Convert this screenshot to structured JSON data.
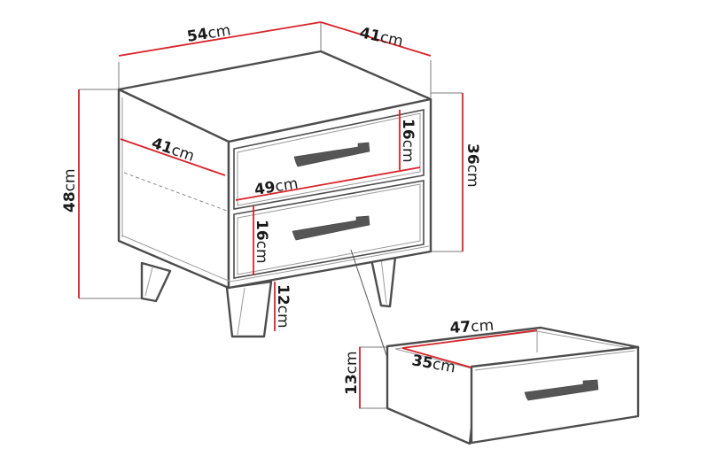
{
  "diagram": {
    "subject": "Nightstand with two drawers — dimension drawing",
    "colors": {
      "dimension_line": "#d8232a",
      "outline": "#4d4d4d",
      "handle": "#555555",
      "background": "#ffffff"
    },
    "dimensions": {
      "top_width": {
        "value": "54",
        "unit": "cm"
      },
      "top_depth": {
        "value": "41",
        "unit": "cm"
      },
      "total_height": {
        "value": "48",
        "unit": "cm"
      },
      "side_depth": {
        "value": "41",
        "unit": "cm"
      },
      "front_width": {
        "value": "49",
        "unit": "cm"
      },
      "upper_drawer_height": {
        "value": "16",
        "unit": "cm"
      },
      "lower_drawer_height": {
        "value": "16",
        "unit": "cm"
      },
      "body_height": {
        "value": "36",
        "unit": "cm"
      },
      "leg_height": {
        "value": "12",
        "unit": "cm"
      },
      "drawer_inner_width": {
        "value": "47",
        "unit": "cm"
      },
      "drawer_inner_depth": {
        "value": "35",
        "unit": "cm"
      },
      "drawer_height": {
        "value": "13",
        "unit": "cm"
      }
    }
  }
}
